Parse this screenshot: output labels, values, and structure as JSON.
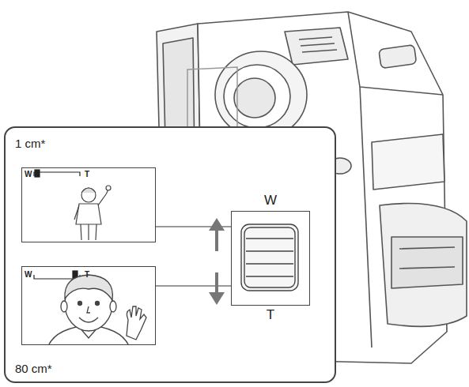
{
  "diagram": {
    "nodes": [
      {
        "text": [
          "1 cm*",
          "80 cm*"
        ]
      },
      {
        "text": [
          "W",
          "T"
        ],
        "in": 0
      },
      {
        "text": [
          "W",
          "T"
        ],
        "in": 0
      },
      {
        "text": [
          "W",
          "T"
        ],
        "in": 0
      }
    ],
    "edges": [
      {
        "from": 1,
        "to": 3,
        "arrow": "none"
      },
      {
        "from": 2,
        "to": 3,
        "arrow": "none"
      }
    ]
  }
}
